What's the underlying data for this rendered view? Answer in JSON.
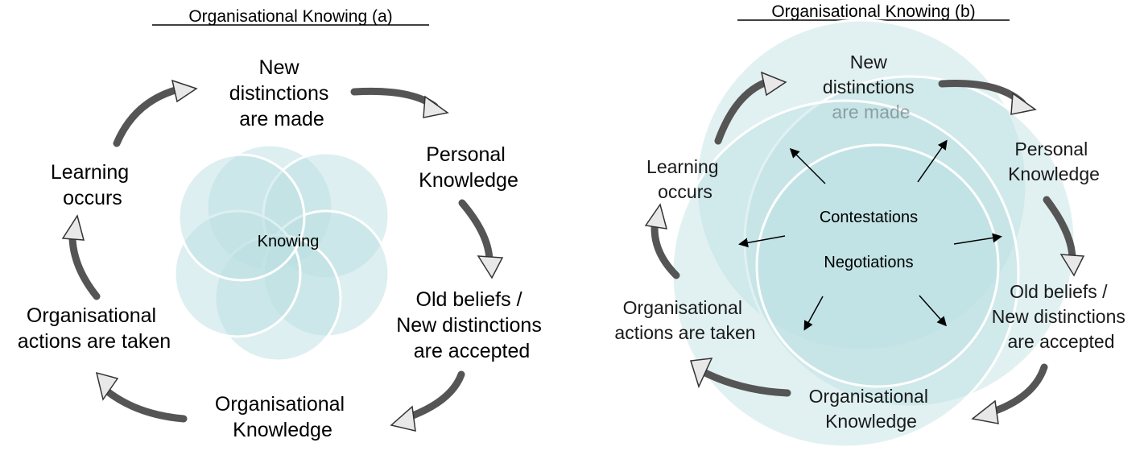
{
  "colors": {
    "petal_fill": "#bcdfe2",
    "petal_stroke": "#ffffff",
    "arrow_fill": "#555555",
    "arrow_head": "#e8e8e8",
    "text": "#000000"
  },
  "panel_a": {
    "title": "Organisational Knowing (a)",
    "center_label": "Knowing",
    "stages": {
      "new_distinctions": [
        "New",
        "distinctions",
        "are made"
      ],
      "personal_knowledge": [
        "Personal",
        "Knowledge"
      ],
      "old_beliefs": [
        "Old beliefs /",
        "New distinctions",
        "are accepted"
      ],
      "organisational_knowledge": [
        "Organisational",
        "Knowledge"
      ],
      "organisational_actions": [
        "Organisational",
        "actions are taken"
      ],
      "learning_occurs": [
        "Learning",
        "occurs"
      ]
    }
  },
  "panel_b": {
    "title": "Organisational Knowing (b)",
    "center_labels": [
      "Contestations",
      "Negotiations"
    ],
    "stages": {
      "new_distinctions": [
        "New",
        "distinctions",
        "are made"
      ],
      "personal_knowledge": [
        "Personal",
        "Knowledge"
      ],
      "old_beliefs": [
        "Old beliefs /",
        "New distinctions",
        "are accepted"
      ],
      "organisational_knowledge": [
        "Organisational",
        "Knowledge"
      ],
      "organisational_actions": [
        "Organisational",
        "actions are taken"
      ],
      "learning_occurs": [
        "Learning",
        "occurs"
      ]
    }
  }
}
